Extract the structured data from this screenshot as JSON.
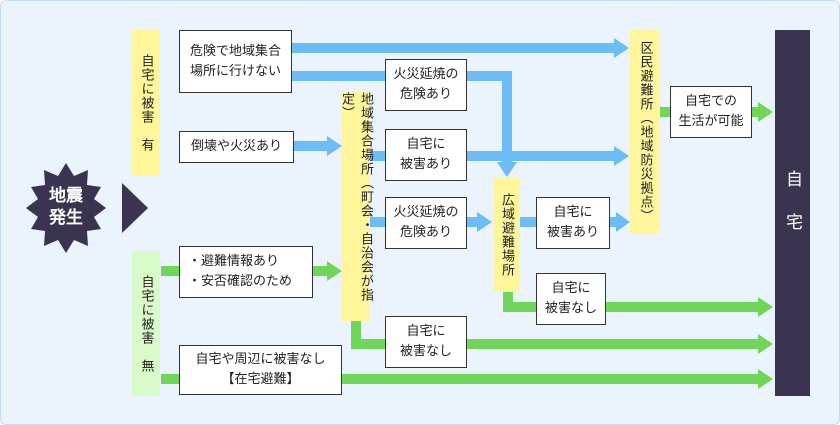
{
  "earthquake": {
    "line1": "地震",
    "line2": "発生"
  },
  "damage_yes_label": "自宅に被害　有",
  "damage_no_label": "自宅に被害　無",
  "danger_box": {
    "line1": "危険で地域集合",
    "line2": "場所に行けない"
  },
  "collapse_box": "倒壊や火災あり",
  "info_box": {
    "line1": "・避難情報あり",
    "line2": "・安否確認のため"
  },
  "no_damage_box": {
    "line1": "自宅や周辺に被害なし",
    "line2": "【在宅避難】"
  },
  "regional_gathering": "地域集合場所（町会・自治会が指定）",
  "fire_spread_1": {
    "line1": "火災延焼の",
    "line2": "危険あり"
  },
  "home_damage_1": {
    "line1": "自宅に",
    "line2": "被害あり"
  },
  "fire_spread_2": {
    "line1": "火災延焼の",
    "line2": "危険あり"
  },
  "home_no_damage_1": {
    "line1": "自宅に",
    "line2": "被害なし"
  },
  "wide_area_evac": "広域避難場所",
  "home_damage_2": {
    "line1": "自宅に",
    "line2": "被害あり"
  },
  "home_no_damage_2": {
    "line1": "自宅に",
    "line2": "被害なし"
  },
  "ward_shelter": "区民避難所（地域防災拠点）",
  "can_live": {
    "line1": "自宅での",
    "line2": "生活が可能"
  },
  "home": "自宅",
  "colors": {
    "blue_arrow": "#6cbcf5",
    "green_arrow": "#6fd65a",
    "yellow": "#fff59a",
    "light_green": "#d9fbc9",
    "home_fill": "#3b3450",
    "earthquake_fill": "#3b3450"
  }
}
